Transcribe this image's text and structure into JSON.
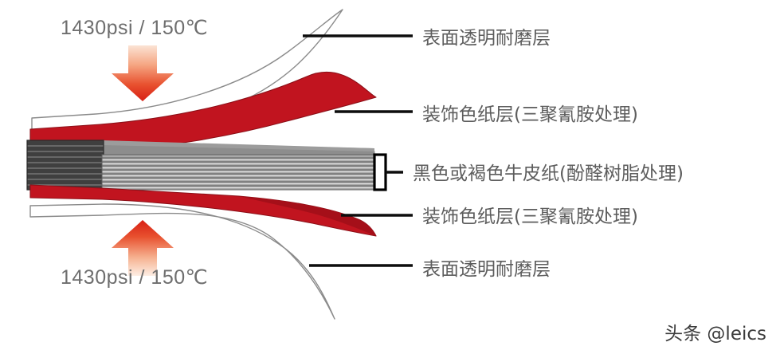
{
  "diagram": {
    "title_text": "",
    "press_conditions": {
      "top": "1430psi / 150℃",
      "bottom": "1430psi / 150℃"
    },
    "arrows": [
      {
        "name": "pressure-arrow-top",
        "direction": "down",
        "color_top": "#f6c9ae",
        "color_bottom": "#e0281c"
      },
      {
        "name": "pressure-arrow-bottom",
        "direction": "up",
        "color_top": "#e0281c",
        "color_bottom": "#f8dfd0"
      }
    ],
    "layers": [
      {
        "index": 0,
        "label": "表面透明耐磨层",
        "fill": "#ffffff",
        "stroke": "#8b8b8b",
        "kind": "overlay"
      },
      {
        "index": 1,
        "label": "装饰色纸层(三聚氰胺处理)",
        "fill": "#c1141f",
        "stroke": "#8a1016",
        "kind": "decor-paper"
      },
      {
        "index": 2,
        "label": "黑色或褐色牛皮纸(酚醛树脂处理)",
        "fill": "#8d8d8d",
        "stroke": "#3a3a3a",
        "kind": "kraft-core"
      },
      {
        "index": 3,
        "label": "装饰色纸层(三聚氰胺处理)",
        "fill": "#c1141f",
        "stroke": "#8a1016",
        "kind": "decor-paper"
      },
      {
        "index": 4,
        "label": "表面透明耐磨层",
        "fill": "#ffffff",
        "stroke": "#8b8b8b",
        "kind": "overlay"
      }
    ],
    "colors": {
      "red": "#c1141f",
      "gray_core": "#8d8d8d",
      "core_dark_edge": "#3c3c3c",
      "leader_line": "#0d0d0d",
      "label_text": "#5d5d5d",
      "press_text": "#6e6e6e",
      "background": "#ffffff"
    },
    "watermark": "头条 @leics"
  }
}
